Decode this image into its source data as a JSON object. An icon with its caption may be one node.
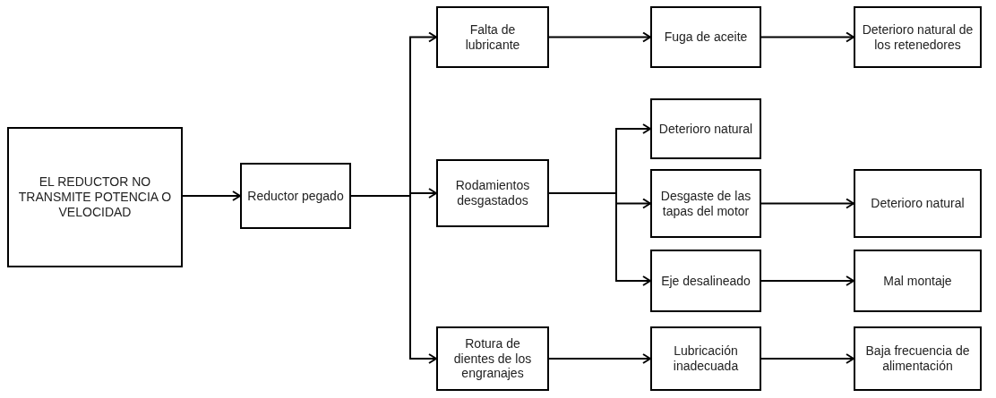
{
  "diagram": {
    "nodes": [
      {
        "text": [
          "EL REDUCTOR NO TRANSMITE POTENCIA O VELOCIDAD"
        ]
      },
      {
        "text": [
          "Reductor pegado"
        ]
      },
      {
        "text": [
          "Falta de lubricante"
        ]
      },
      {
        "text": [
          "Fuga de aceite"
        ]
      },
      {
        "text": [
          "Deterioro natural de los retenedores"
        ]
      },
      {
        "text": [
          "Rodamientos desgastados"
        ]
      },
      {
        "text": [
          "Deterioro natural"
        ]
      },
      {
        "text": [
          "Desgaste de las tapas del motor"
        ]
      },
      {
        "text": [
          "Deterioro natural"
        ]
      },
      {
        "text": [
          "Eje desalineado"
        ]
      },
      {
        "text": [
          "Mal montaje"
        ]
      },
      {
        "text": [
          "Rotura de dientes de los engranajes"
        ]
      },
      {
        "text": [
          "Lubricación inadecuada"
        ]
      },
      {
        "text": [
          "Baja frecuencia de alimentación"
        ]
      }
    ],
    "edges": [
      {
        "from": 0,
        "to": 1,
        "arrow": "to"
      },
      {
        "from": 1,
        "to": 2,
        "arrow": "to"
      },
      {
        "from": 1,
        "to": 5,
        "arrow": "to"
      },
      {
        "from": 1,
        "to": 11,
        "arrow": "to"
      },
      {
        "from": 2,
        "to": 3,
        "arrow": "to"
      },
      {
        "from": 3,
        "to": 4,
        "arrow": "to"
      },
      {
        "from": 5,
        "to": 6,
        "arrow": "to"
      },
      {
        "from": 5,
        "to": 7,
        "arrow": "to"
      },
      {
        "from": 5,
        "to": 9,
        "arrow": "to"
      },
      {
        "from": 7,
        "to": 8,
        "arrow": "to"
      },
      {
        "from": 9,
        "to": 10,
        "arrow": "to"
      },
      {
        "from": 11,
        "to": 12,
        "arrow": "to"
      },
      {
        "from": 12,
        "to": 13,
        "arrow": "to"
      }
    ]
  }
}
